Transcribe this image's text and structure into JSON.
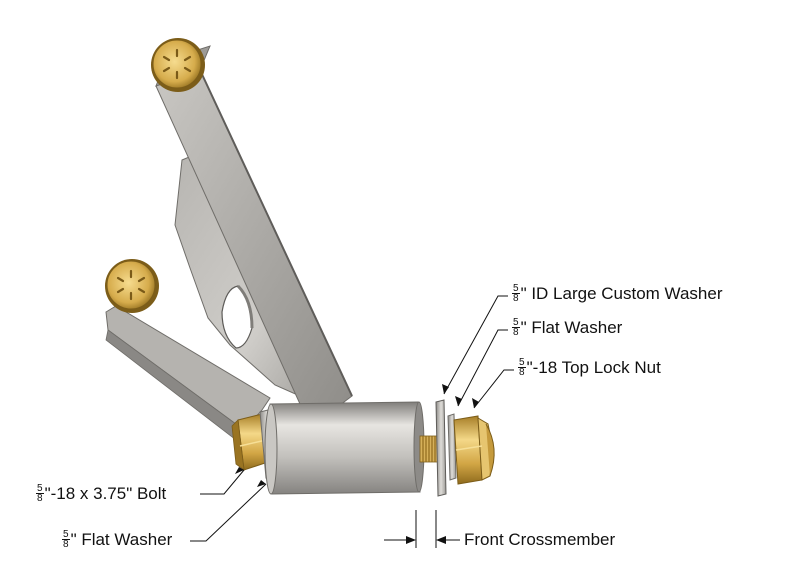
{
  "labels": {
    "large_washer": {
      "num": "5",
      "den": "8",
      "text": "\" ID Large Custom Washer"
    },
    "flat_washer_right": {
      "num": "5",
      "den": "8",
      "text": "\" Flat Washer"
    },
    "lock_nut": {
      "num": "5",
      "den": "8",
      "text": "\"-18 Top Lock Nut"
    },
    "bolt": {
      "num": "5",
      "den": "8",
      "text": "\"-18 x 3.75\" Bolt"
    },
    "flat_washer_left": {
      "num": "5",
      "den": "8",
      "text": "\" Flat Washer"
    },
    "crossmember": {
      "text": "Front Crossmember"
    }
  },
  "colors": {
    "steel_light": "#dcdad6",
    "steel_mid": "#a9a7a3",
    "steel_dark": "#6e6c69",
    "brass_light": "#f2d27a",
    "brass_mid": "#d4a948",
    "brass_dark": "#9a7422",
    "line": "#111111"
  }
}
